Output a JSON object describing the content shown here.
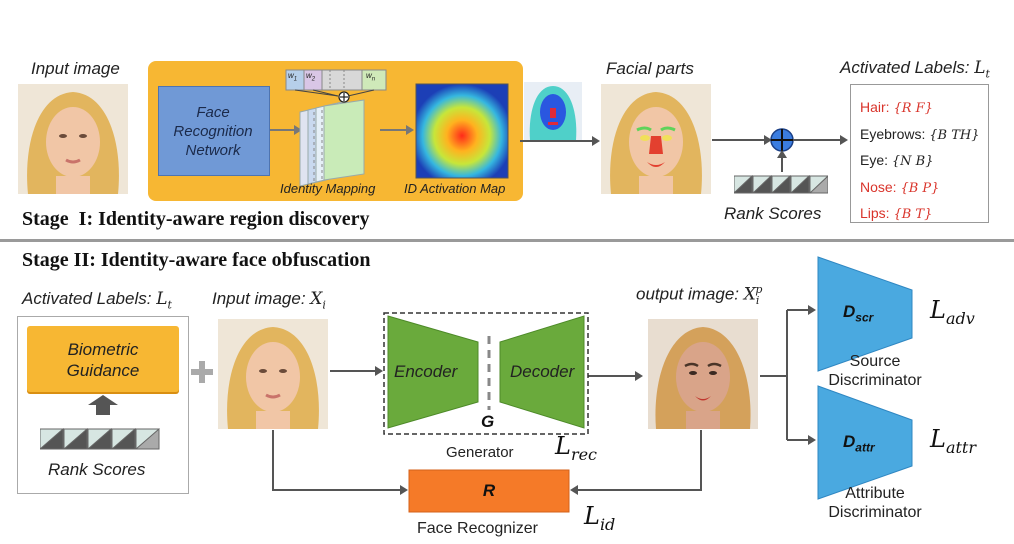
{
  "stage1": {
    "title": "Stage  I: Identity-aware region discovery",
    "input_label": "Input image",
    "frn_label_1": "Face",
    "frn_label_2": "Recognition",
    "frn_label_3": "Network",
    "identity_mapping_label": "Identity Mapping",
    "w1": "w",
    "w2": "w",
    "wn": "w",
    "id_map_label": "ID Activation Map",
    "facial_parts_label": "Facial parts",
    "rank_scores_label": "Rank Scores",
    "activated_labels_title": "Activated Labels: ",
    "activated_labels_math": "L",
    "activated_labels_sub": "t",
    "labels": [
      {
        "name": "Hair: ",
        "code": "{R F}",
        "color": "#d9342b"
      },
      {
        "name": "Eyebrows: ",
        "code": "{B TH}",
        "color": "#222222"
      },
      {
        "name": "Eye: ",
        "code": "{N B}",
        "color": "#222222"
      },
      {
        "name": "Nose: ",
        "code": "{B P}",
        "color": "#d9342b"
      },
      {
        "name": "Lips: ",
        "code": "{B T}",
        "color": "#d9342b"
      }
    ]
  },
  "stage2": {
    "title": "Stage II: Identity-aware face obfuscation",
    "activated_labels_title": "Activated Labels: ",
    "activated_labels_math": "L",
    "activated_labels_sub": "t",
    "biometric_1": "Biometric",
    "biometric_2": "Guidance",
    "rank_scores_label": "Rank Scores",
    "input_label": "Input image: ",
    "input_math": "X",
    "input_sub": "i",
    "encoder": "Encoder",
    "decoder": "Decoder",
    "generator_letter": "G",
    "generator_label": "Generator",
    "l_rec_main": "L",
    "l_rec_sub": "rec",
    "output_label": "output image: ",
    "output_math": "X",
    "output_sub": "i",
    "output_sup": "p",
    "recognizer_letter": "R",
    "recognizer_label": "Face Recognizer",
    "l_id_main": "L",
    "l_id_sub": "id",
    "d_scr_main": "D",
    "d_scr_sub": "scr",
    "source_disc_1": "Source",
    "source_disc_2": "Discriminator",
    "l_adv_main": "L",
    "l_adv_sub": "adv",
    "d_attr_main": "D",
    "d_attr_sub": "attr",
    "attr_disc_1": "Attribute",
    "attr_disc_2": "Discriminator",
    "l_attr_main": "L",
    "l_attr_sub": "attr"
  },
  "colors": {
    "frn_box": "#7099d6",
    "orange_panel": "#f7b733",
    "generator_green": "#6aaa3c",
    "recognizer_orange": "#f57a28",
    "discriminator_blue": "#4aa9e0",
    "biometric_yellow": "#f7b733",
    "highlight_red": "#d9342b"
  }
}
